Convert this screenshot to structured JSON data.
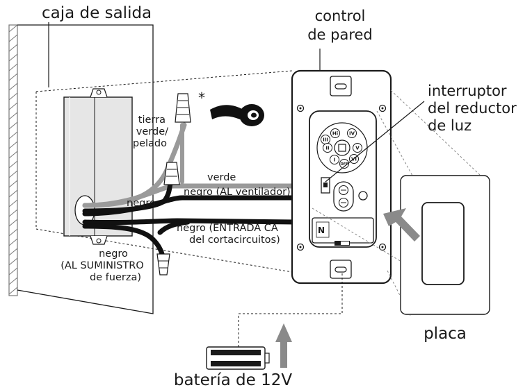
{
  "labels": {
    "outlet_box": "caja de salida",
    "wall_control_line1": "control",
    "wall_control_line2": "de pared",
    "dimmer_line1": "interruptor",
    "dimmer_line2": "del reductor",
    "dimmer_line3": "de luz",
    "cover_plate": "placa",
    "battery": "batería de 12V",
    "ground_line1": "tierra",
    "ground_line2": "verde/",
    "ground_line3": "pelado",
    "wire_green": "verde",
    "wire_black_fan": "negro (AL ventilador)",
    "wire_black": "negro",
    "wire_ac_in_line1": "negro (ENTRADA CA",
    "wire_ac_in_line2": "del cortacircuitos)",
    "wire_supply_line1": "negro",
    "wire_supply_line2": "(AL SUMINISTRO",
    "wire_supply_line3": "de fuerza)",
    "asterisk": "*"
  },
  "button_labels": {
    "hi": "Hi",
    "iv": "IV",
    "iii": "III",
    "center": "□",
    "v": "V",
    "ii": "II",
    "i": "I",
    "off": "OFF",
    "vi": "VI"
  },
  "colors": {
    "line": "#1a1a1a",
    "ground_wire": "#9a9a9a",
    "hot_wire": "#111111",
    "arrow": "#8a8a8a",
    "wall_hatch": "#777777",
    "panel_fill": "#ffffff",
    "box_fill": "#e6e6e6"
  },
  "icons": {
    "tape": "electrical-tape-icon",
    "wire_nut": "wire-nut-icon",
    "arrow_up": "arrow-up-icon",
    "arrow_diag": "arrow-diagonal-icon"
  }
}
